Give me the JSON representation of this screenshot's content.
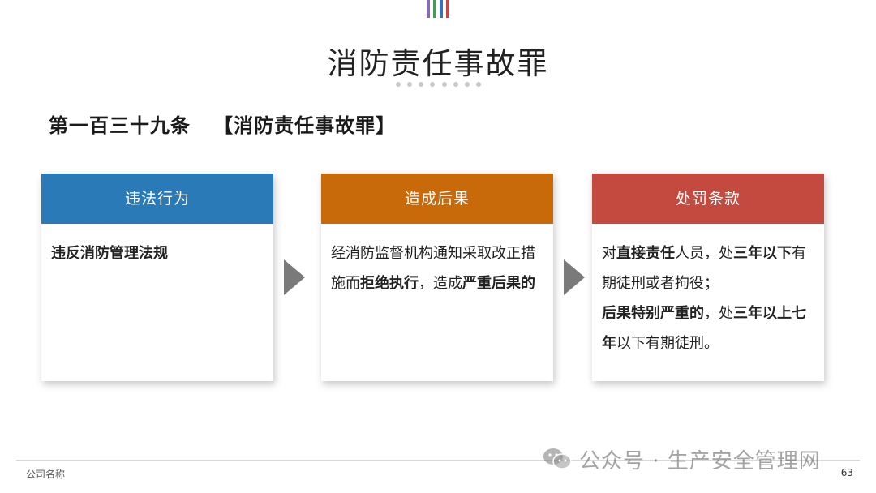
{
  "header": {
    "title": "消防责任事故罪",
    "stripe_colors": [
      "#8a6bb0",
      "#4c9a5a",
      "#3b6fb6",
      "#c04a4a"
    ],
    "dot_color": "#c9c9c9"
  },
  "article": {
    "text": "第一百三十九条   【消防责任事故罪】"
  },
  "cards": [
    {
      "heading": "违法行为",
      "color": "#2a7ab8",
      "lines": [
        {
          "segments": [
            {
              "text": "违反消防管理法规",
              "bold": true
            }
          ]
        }
      ]
    },
    {
      "heading": "造成后果",
      "color": "#c8690a",
      "lines": [
        {
          "segments": [
            {
              "text": "经消防监督机构通知采取改正措施而",
              "bold": false
            },
            {
              "text": "拒绝执行",
              "bold": true
            },
            {
              "text": "，造成",
              "bold": false
            },
            {
              "text": "严重后果的",
              "bold": true
            }
          ]
        }
      ]
    },
    {
      "heading": "处罚条款",
      "color": "#c44a40",
      "lines": [
        {
          "segments": [
            {
              "text": "对",
              "bold": false
            },
            {
              "text": "直接责任",
              "bold": true
            },
            {
              "text": "人员，处",
              "bold": false
            },
            {
              "text": "三年以下",
              "bold": true
            },
            {
              "text": "有期徒刑或者拘役；",
              "bold": false
            }
          ]
        },
        {
          "segments": [
            {
              "text": "后果特别严重的",
              "bold": true
            },
            {
              "text": "，处",
              "bold": false
            },
            {
              "text": "三年以上七年",
              "bold": true
            },
            {
              "text": "以下有期徒刑。",
              "bold": false
            }
          ]
        }
      ]
    }
  ],
  "arrow_color": "#7a7a7a",
  "footer": {
    "company": "公司名称",
    "page_number": "63",
    "watermark": "公众号 · 生产安全管理网",
    "watermark_icon": "wechat-icon"
  }
}
